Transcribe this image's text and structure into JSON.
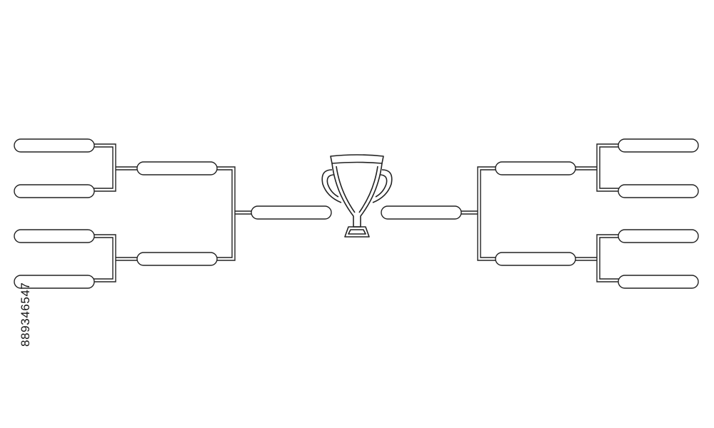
{
  "bracket": {
    "left_rounds": 3,
    "right_rounds": 3,
    "slot_color": "#ffffff",
    "line_color": "#222222"
  },
  "center": {
    "icon": "trophy-icon"
  },
  "watermark": {
    "text": "889346547"
  }
}
